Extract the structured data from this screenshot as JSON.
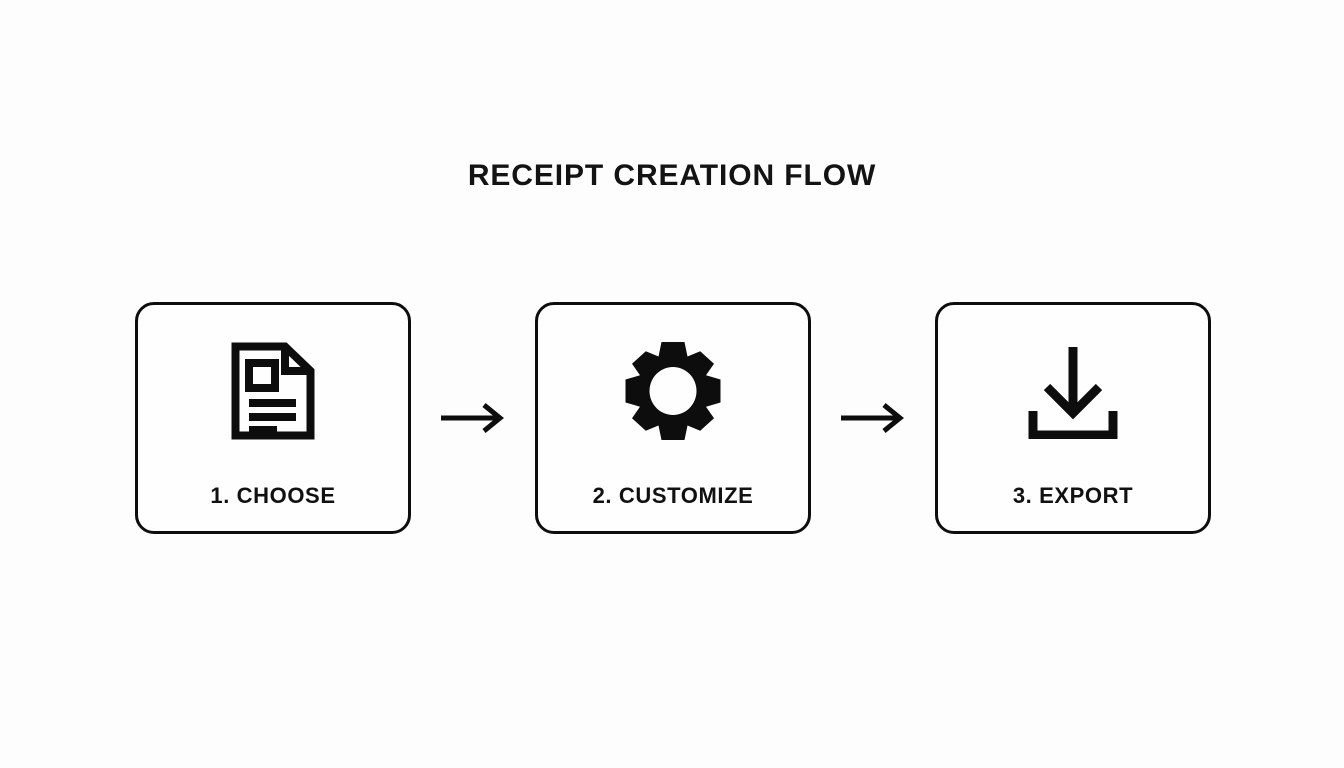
{
  "page": {
    "title": "RECEIPT CREATION FLOW",
    "background_color": "#fdfdfd",
    "ink_color": "#0d0d0d"
  },
  "flow": {
    "steps": [
      {
        "label": "1. CHOOSE",
        "icon": "document-icon"
      },
      {
        "label": "2. CUSTOMIZE",
        "icon": "gear-icon"
      },
      {
        "label": "3. EXPORT",
        "icon": "download-icon"
      }
    ],
    "connectors": [
      {
        "icon": "arrow-right-icon"
      },
      {
        "icon": "arrow-right-icon"
      }
    ]
  }
}
